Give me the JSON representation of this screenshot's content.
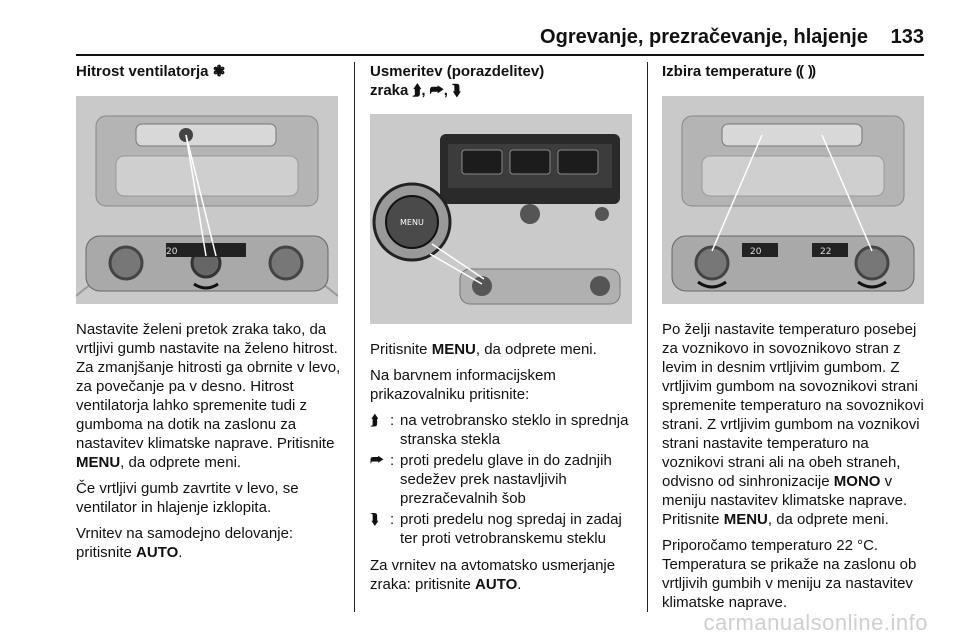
{
  "header": {
    "title": "Ogrevanje, prezračevanje, hlajenje",
    "page_number": "133"
  },
  "col1": {
    "heading": "Hitrost ventilatorja",
    "heading_icon": "fan-icon",
    "p1": "Nastavite želeni pretok zraka tako, da vrtljivi gumb nastavite na želeno hitrost. Za zmanjšanje hitrosti ga obrnite v levo, za povečanje pa v desno. Hitrost ventilatorja lahko spremenite tudi z gumboma na dotik na zaslonu za nastavitev klimatske naprave. Pritisnite",
    "p1_bold": "MENU",
    "p1_end": ", da odprete meni.",
    "p2": "Če vrtljivi gumb zavrtite v levo, se ventilator in hlajenje izklopita.",
    "p3": "Vrnitev na samodejno delovanje: pritisnite",
    "p3_bold": "AUTO",
    "p3_end": "."
  },
  "col2": {
    "heading_line1": "Usmeritev (porazdelitev)",
    "heading_line2": "zraka",
    "heading_symbols": "⮭, ⮫, ⮯",
    "menu_knob_label": "MENU",
    "p1": "Pritisnite",
    "p1_bold": "MENU",
    "p1_end": ", da odprete meni.",
    "p2": "Na barvnem informacijskem prikazovalniku pritisnite:",
    "list": [
      {
        "symbol": "⮭",
        "text": "na vetrobransko steklo in sprednja stranska stekla"
      },
      {
        "symbol": "⮫",
        "text": "proti predelu glave in do zadnjih sedežev prek nastavljivih prezračevalnih šob"
      },
      {
        "symbol": "⮯",
        "text": "proti predelu nog spredaj in zadaj ter proti vetrobranskemu steklu"
      }
    ],
    "p3": "Za vrnitev na avtomatsko usmerjanje zraka: pritisnite",
    "p3_bold": "AUTO",
    "p3_end": "."
  },
  "col3": {
    "heading": "Izbira temperature",
    "heading_icon": "temperature-arc-icon",
    "p1": "Po želji nastavite temperaturo posebej za voznikovo in sovoznikovo stran z levim in desnim vrtljivim gumbom. Z vrtljivim gumbom na sovoznikovi strani spremenite temperaturo na sovoznikovi strani. Z vrtljivim gumbom na voznikovi strani nastavite temperaturo na voznikovi strani ali na obeh straneh, odvisno od sinhronizacije",
    "p1_bold": "MONO",
    "p1_mid": "v meniju nastavitev klimatske naprave. Pritisnite",
    "p1_bold2": "MENU",
    "p1_end": ", da odprete meni.",
    "p2": "Priporočamo temperaturo 22 °C. Temperatura se prikaže na zaslonu ob vrtljivih gumbih v meniju za nastavitev klimatske naprave."
  },
  "panel_display": {
    "left_temp": "20",
    "right_temp": "22"
  },
  "watermark": "carmanualsonline.info"
}
